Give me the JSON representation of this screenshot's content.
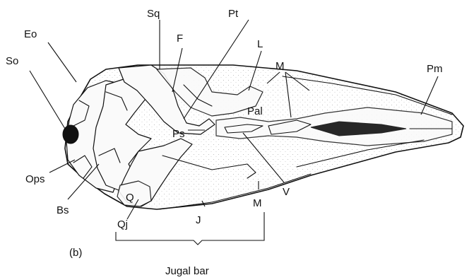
{
  "figure": {
    "panel_label": "(b)",
    "labels": {
      "eo": "Eo",
      "so": "So",
      "sq": "Sq",
      "f": "F",
      "pt": "Pt",
      "l": "L",
      "m_top": "M",
      "pm": "Pm",
      "pal": "Pal",
      "ps": "Ps",
      "ops": "Ops",
      "bs": "Bs",
      "q": "Q",
      "qj": "Qj",
      "j": "J",
      "m_bottom": "M",
      "v": "V"
    },
    "bracket_label": "Jugal bar"
  }
}
